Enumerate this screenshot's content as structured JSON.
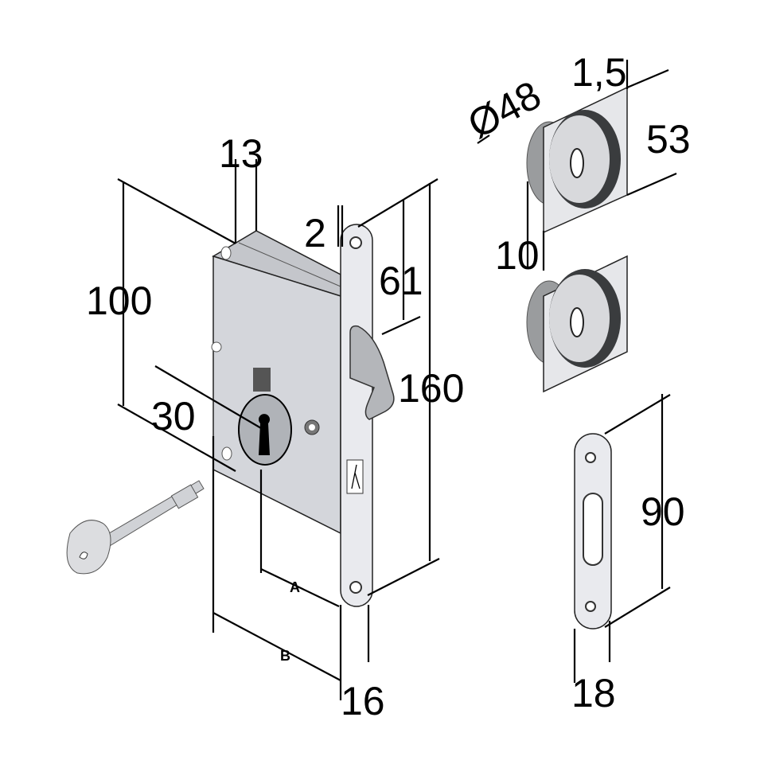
{
  "drawing": {
    "dimensions": {
      "body_depth": "13",
      "body_height": "100",
      "faceplate_thickness": "2",
      "hook_position": "61",
      "faceplate_length": "160",
      "backset": "30",
      "label_a": "A",
      "label_b": "B",
      "faceplate_width": "16",
      "rose_diameter": "Ø48",
      "rose_plate_thickness": "1,5",
      "rose_plate_size": "53",
      "rose_depth": "10",
      "strike_length": "90",
      "strike_width": "18"
    },
    "colors": {
      "body": "#d4d6db",
      "faceplate": "#e9eaee",
      "hook": "#b4b6ba",
      "rose_inner": "#3a3c3e"
    }
  }
}
